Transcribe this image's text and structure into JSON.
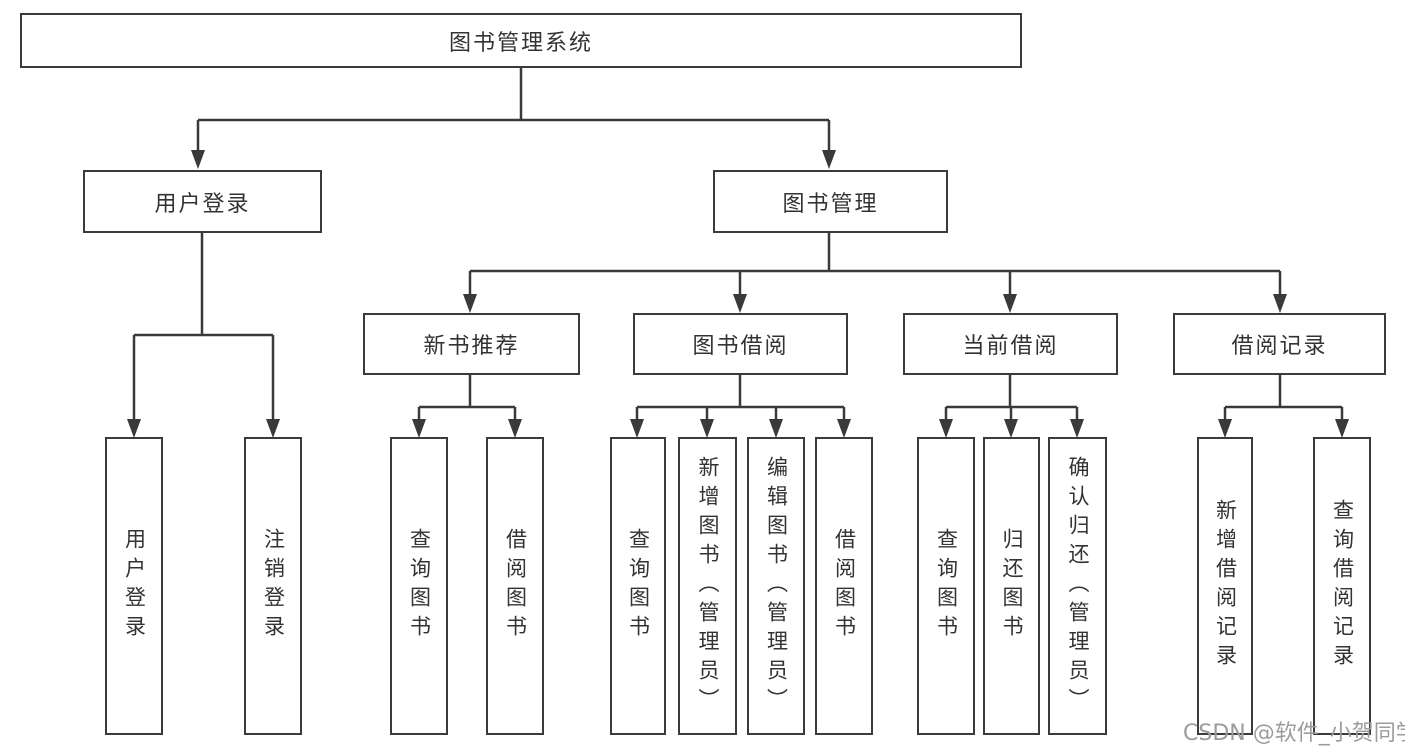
{
  "nodes": {
    "root": "图书管理系统",
    "user_login": "用户登录",
    "book_mgmt": "图书管理",
    "new_books": "新书推荐",
    "book_borrow": "图书借阅",
    "current_borrow": "当前借阅",
    "borrow_records": "借阅记录",
    "ul_login": "用户登录",
    "ul_logout": "注销登录",
    "nb_query": "查询图书",
    "nb_borrow": "借阅图书",
    "bb_query": "查询图书",
    "bb_add": "新增图书（管理员）",
    "bb_edit": "编辑图书（管理员）",
    "bb_borrow": "借阅图书",
    "cb_query": "查询图书",
    "cb_return": "归还图书",
    "cb_confirm": "确认归还（管理员）",
    "br_add": "新增借阅记录",
    "br_query": "查询借阅记录"
  },
  "watermark": "CSDN @软件_小贺同学",
  "colors": {
    "line": "#3a3a3a",
    "text": "#333333",
    "watermark": "#9c9c9c",
    "background": "#ffffff"
  }
}
